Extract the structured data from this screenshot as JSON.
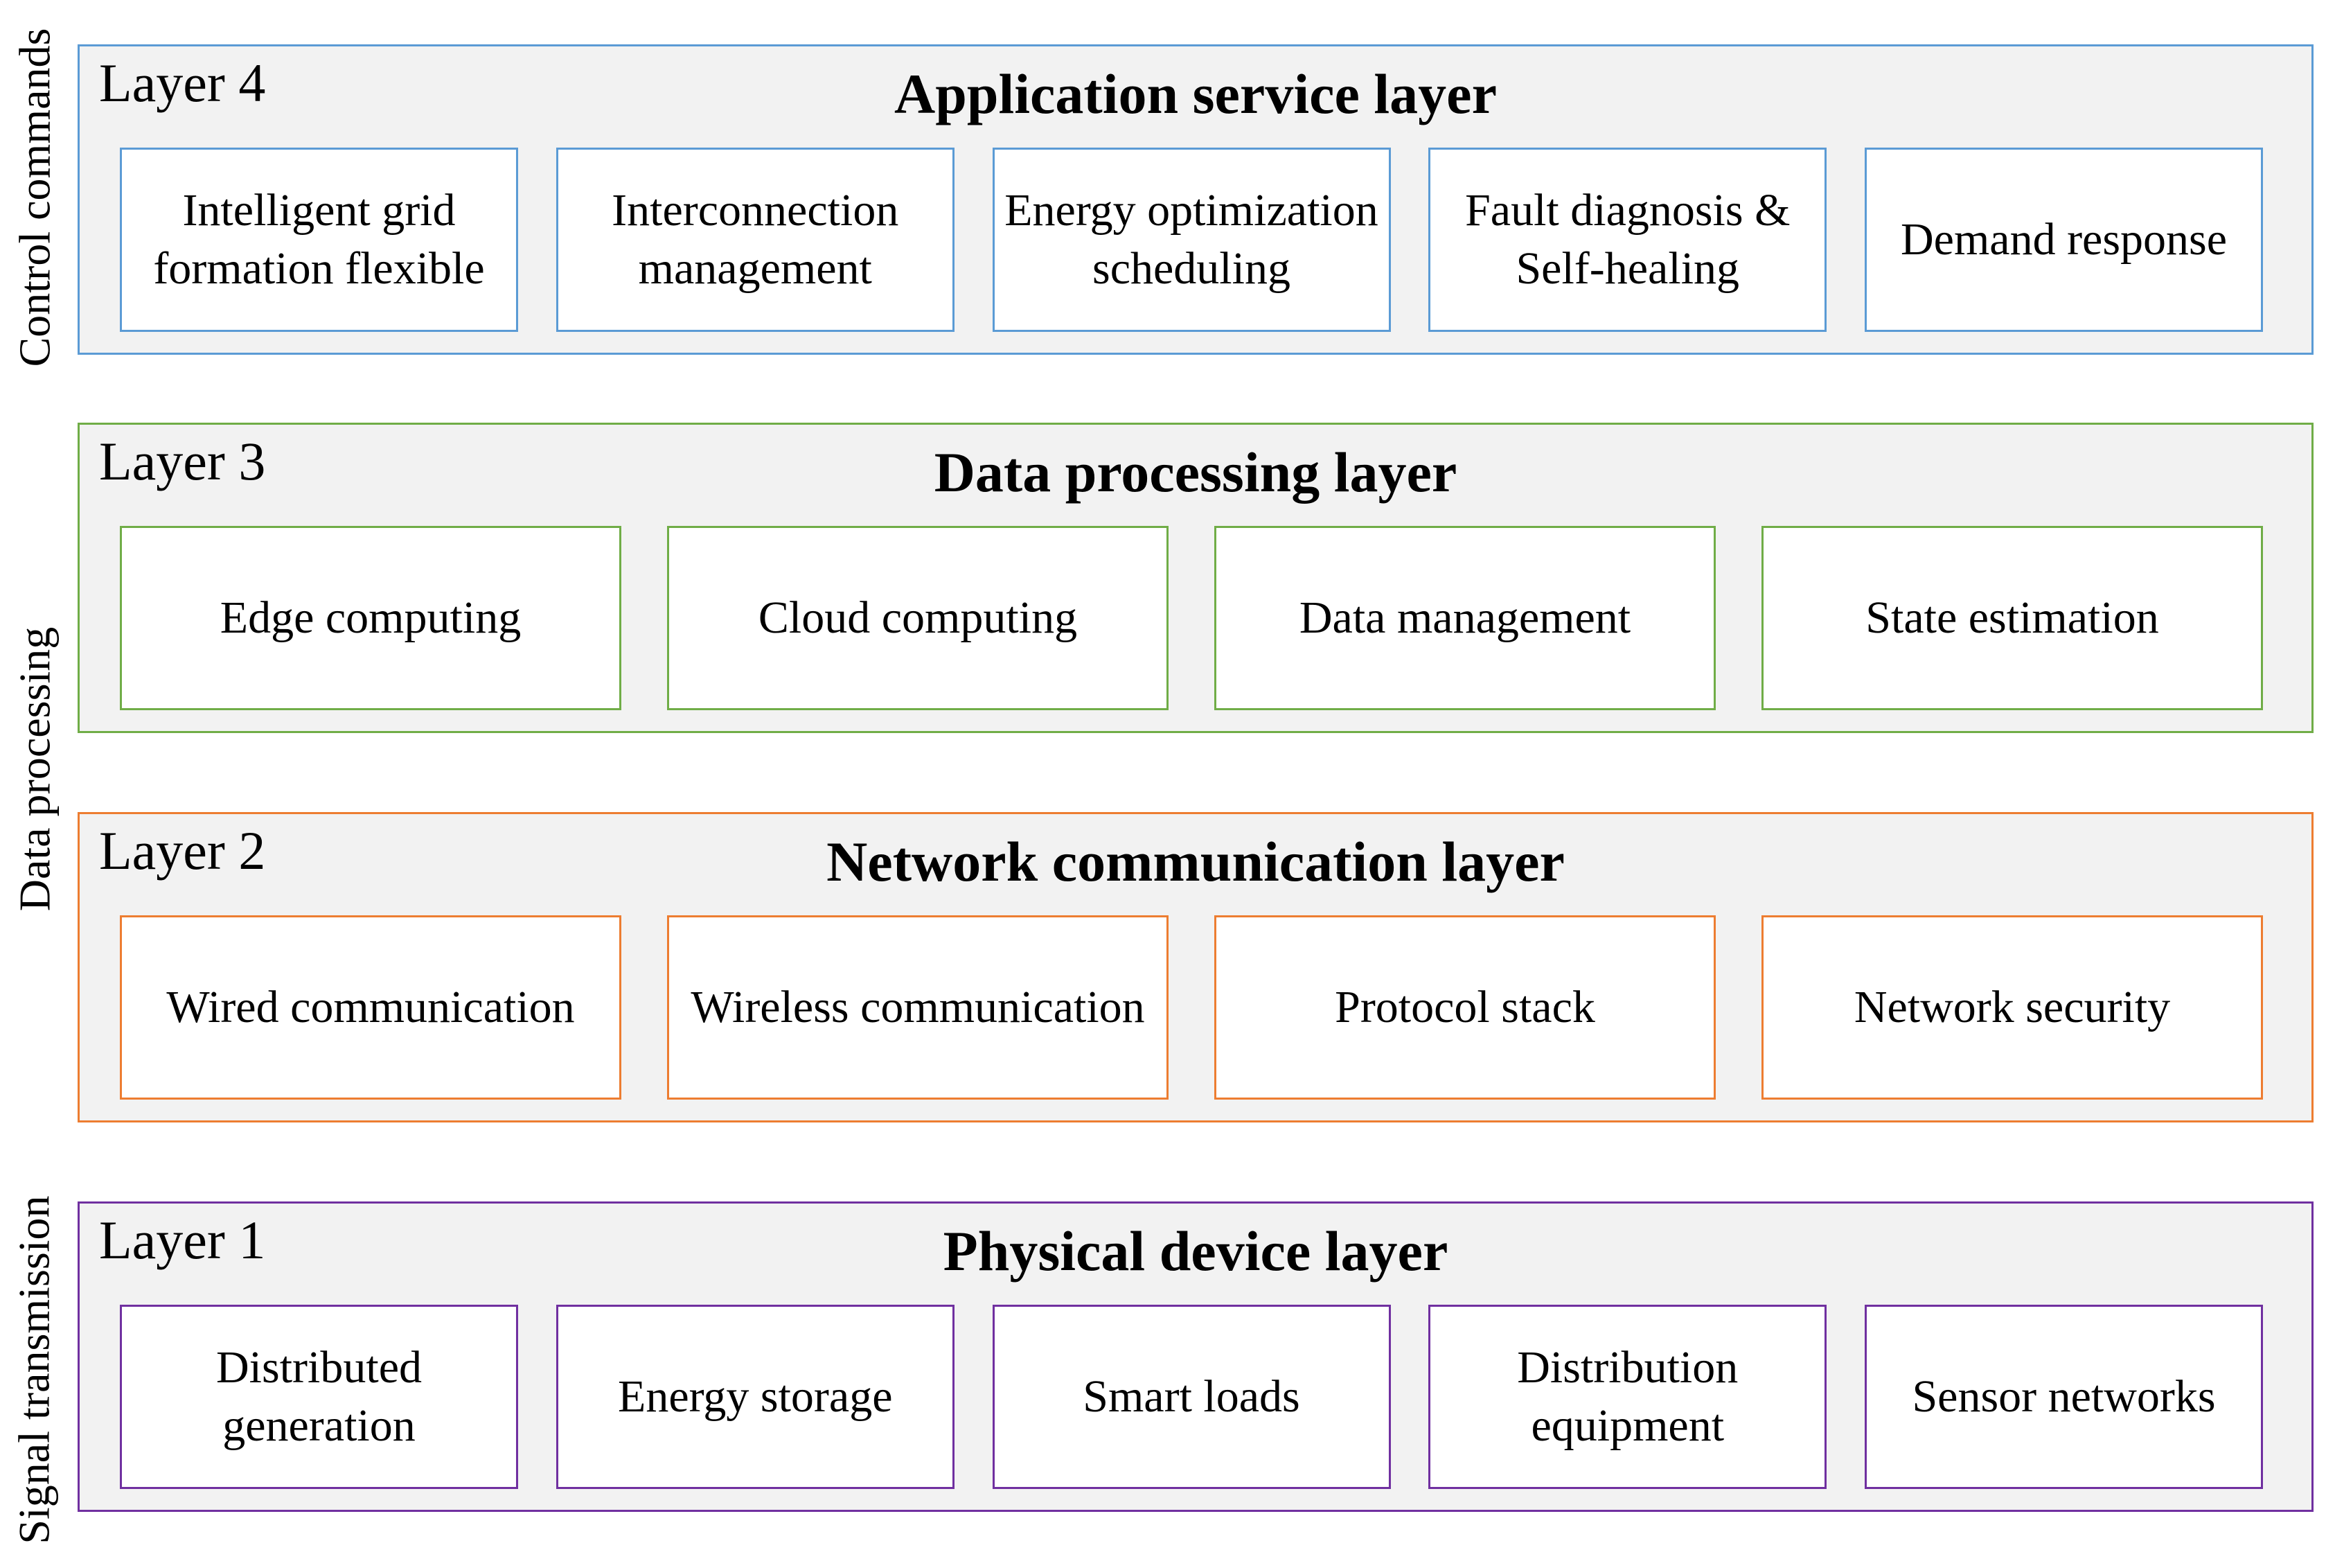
{
  "side_labels": {
    "control": "Control commands",
    "processing": "Data processing",
    "signal": "Signal transmission"
  },
  "colors": {
    "layer4": "#5b9bd5",
    "layer3": "#70ad47",
    "layer2": "#ed7d31",
    "layer1": "#7030a0",
    "panel_fill": "#f2f2f2"
  },
  "layers": [
    {
      "tag": "Layer 4",
      "title": "Application service layer",
      "items": [
        "Intelligent grid formation flexible",
        "Interconnection management",
        "Energy optimization scheduling",
        "Fault diagnosis & Self-healing",
        "Demand response"
      ]
    },
    {
      "tag": "Layer 3",
      "title": "Data processing layer",
      "items": [
        "Edge computing",
        "Cloud computing",
        "Data management",
        "State estimation"
      ]
    },
    {
      "tag": "Layer 2",
      "title": "Network communication layer",
      "items": [
        "Wired communication",
        "Wireless communication",
        "Protocol stack",
        "Network security"
      ]
    },
    {
      "tag": "Layer 1",
      "title": "Physical device layer",
      "items": [
        "Distributed generation",
        "Energy storage",
        "Smart loads",
        "Distribution equipment",
        "Sensor networks"
      ]
    }
  ]
}
